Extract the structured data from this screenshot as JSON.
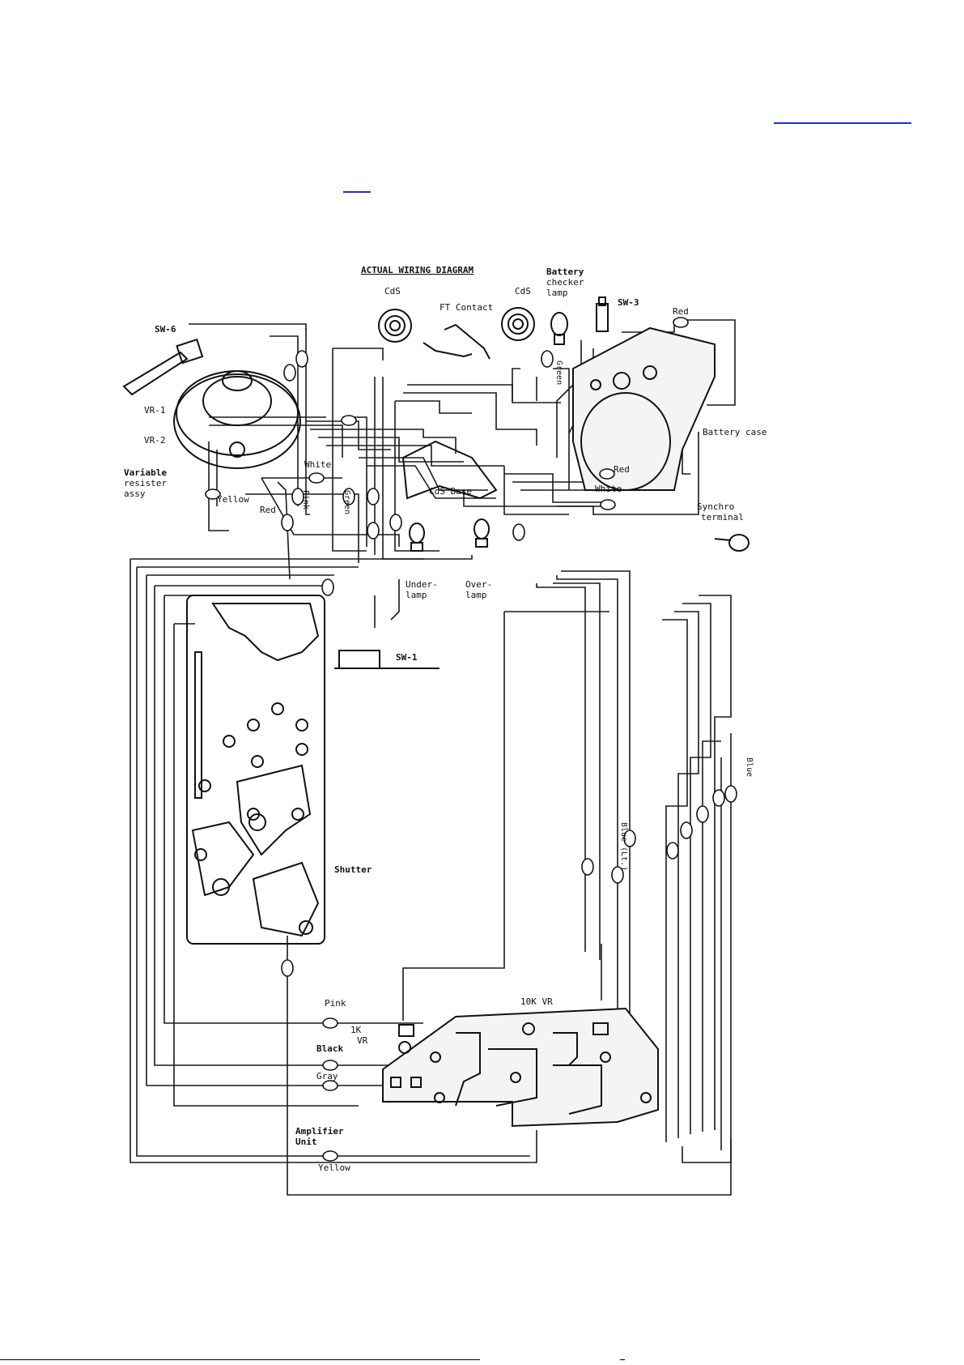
{
  "diagram": {
    "title": "ACTUAL WIRING DIAGRAM",
    "components": {
      "cds_left": "CdS",
      "cds_right": "CdS",
      "ft_contact": "FT Contact",
      "battery_checker_lamp": [
        "Battery",
        "checker",
        "lamp"
      ],
      "sw3": "SW-3",
      "sw6": "SW-6",
      "vr1": "VR-1",
      "vr2": "VR-2",
      "variable_resistor": [
        "Variable",
        "resister",
        "assy"
      ],
      "battery_case": "Battery case",
      "cds_base": "CdS Base",
      "synchro_terminal": [
        "Synchro",
        "terminal"
      ],
      "under_lamp": [
        "Under-",
        "lamp"
      ],
      "over_lamp": [
        "Over-",
        "lamp"
      ],
      "sw1": "SW-1",
      "shutter": "Shutter",
      "vr_10k": "10K VR",
      "vr_1k": [
        "1K",
        "VR"
      ],
      "amplifier_unit": [
        "Amplifier",
        "Unit"
      ]
    },
    "wire_labels": {
      "red_top": "Red",
      "red_mid": "Red",
      "red_left": "Red",
      "white_left": "White",
      "white_right": "White",
      "yellow_top": "Yellow",
      "pink": "Pink",
      "black": "Black",
      "gray": "Gray",
      "yellow_bottom": "Yellow",
      "green_vertical": "Green",
      "pink_vertical": "Pink",
      "green_battery": "Green",
      "blue_right": "Blue",
      "blue_lower": "Blue (Lt.)"
    }
  }
}
